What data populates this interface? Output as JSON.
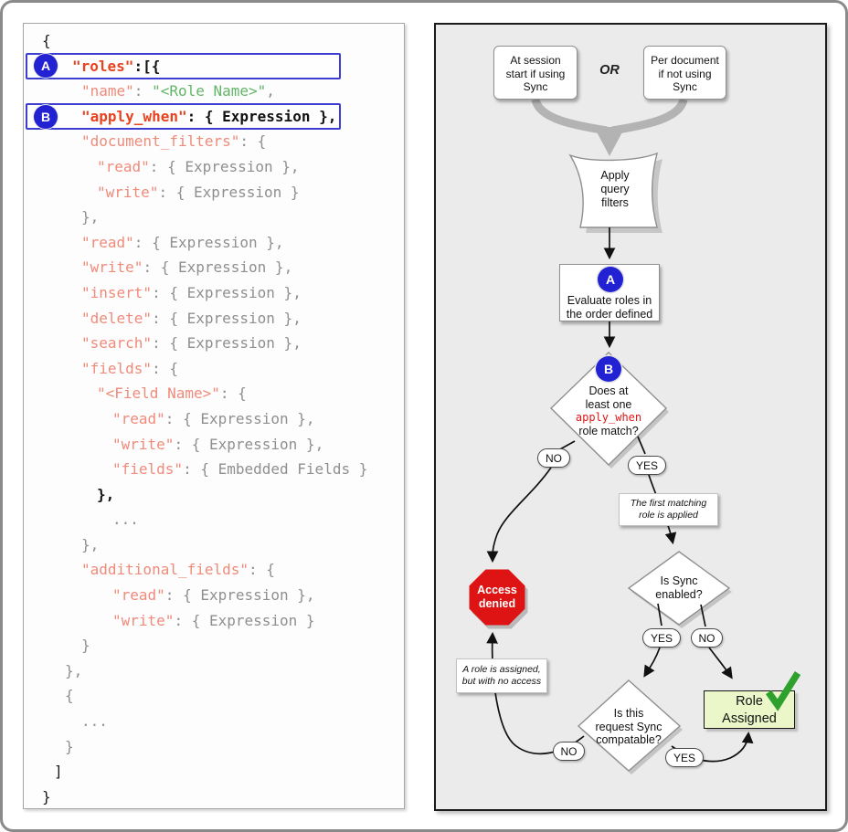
{
  "code": {
    "badge_a": "A",
    "badge_b": "B",
    "lines": [
      {
        "ind": 20,
        "seg": [
          [
            "{",
            "dark"
          ]
        ]
      },
      {
        "ind": 49,
        "box": "A",
        "seg": [
          [
            "\"roles\"",
            "bright"
          ],
          [
            ":[{",
            "darkbold"
          ]
        ]
      },
      {
        "ind": 63,
        "seg": [
          [
            "\"name\"",
            "key"
          ],
          [
            ": ",
            "plain"
          ],
          [
            "\"<Role Name>\"",
            "str"
          ],
          [
            ",",
            "plain"
          ]
        ]
      },
      {
        "ind": 59,
        "box": "B",
        "seg": [
          [
            "\"apply_when\"",
            "bright"
          ],
          [
            ": { Expression },",
            "darkbold"
          ]
        ]
      },
      {
        "ind": 63,
        "seg": [
          [
            "\"document_filters\"",
            "key"
          ],
          [
            ": {",
            "plain"
          ]
        ]
      },
      {
        "ind": 80,
        "seg": [
          [
            "\"read\"",
            "key"
          ],
          [
            ": { Expression },",
            "plain"
          ]
        ]
      },
      {
        "ind": 80,
        "seg": [
          [
            "\"write\"",
            "key"
          ],
          [
            ": { Expression }",
            "plain"
          ]
        ]
      },
      {
        "ind": 63,
        "seg": [
          [
            "},",
            "plain"
          ]
        ]
      },
      {
        "ind": 63,
        "seg": [
          [
            "\"read\"",
            "key"
          ],
          [
            ": { Expression },",
            "plain"
          ]
        ]
      },
      {
        "ind": 63,
        "seg": [
          [
            "\"write\"",
            "key"
          ],
          [
            ": { Expression },",
            "plain"
          ]
        ]
      },
      {
        "ind": 63,
        "seg": [
          [
            "\"insert\"",
            "key"
          ],
          [
            ": { Expression },",
            "plain"
          ]
        ]
      },
      {
        "ind": 63,
        "seg": [
          [
            "\"delete\"",
            "key"
          ],
          [
            ": { Expression },",
            "plain"
          ]
        ]
      },
      {
        "ind": 63,
        "seg": [
          [
            "\"search\"",
            "key"
          ],
          [
            ": { Expression },",
            "plain"
          ]
        ]
      },
      {
        "ind": 63,
        "seg": [
          [
            "\"fields\"",
            "key"
          ],
          [
            ": {",
            "plain"
          ]
        ]
      },
      {
        "ind": 80,
        "seg": [
          [
            "\"<Field Name>\"",
            "key"
          ],
          [
            ": {",
            "plain"
          ]
        ]
      },
      {
        "ind": 97,
        "seg": [
          [
            "\"read\"",
            "key"
          ],
          [
            ": { Expression },",
            "plain"
          ]
        ]
      },
      {
        "ind": 97,
        "seg": [
          [
            "\"write\"",
            "key"
          ],
          [
            ": { Expression },",
            "plain"
          ]
        ]
      },
      {
        "ind": 97,
        "seg": [
          [
            "\"fields\"",
            "key"
          ],
          [
            ": { Embedded Fields }",
            "plain"
          ]
        ]
      },
      {
        "ind": 80,
        "seg": [
          [
            "},",
            "darkbold"
          ]
        ]
      },
      {
        "ind": 97,
        "seg": [
          [
            "...",
            "plain"
          ]
        ]
      },
      {
        "ind": 63,
        "seg": [
          [
            "},",
            "plain"
          ]
        ]
      },
      {
        "ind": 63,
        "seg": [
          [
            "\"additional_fields\"",
            "key"
          ],
          [
            ": {",
            "plain"
          ]
        ]
      },
      {
        "ind": 97,
        "seg": [
          [
            "\"read\"",
            "key"
          ],
          [
            ": { Expression },",
            "plain"
          ]
        ]
      },
      {
        "ind": 97,
        "seg": [
          [
            "\"write\"",
            "key"
          ],
          [
            ": { Expression }",
            "plain"
          ]
        ]
      },
      {
        "ind": 63,
        "seg": [
          [
            "}",
            "plain"
          ]
        ]
      },
      {
        "ind": 45,
        "seg": [
          [
            "},",
            "plain"
          ]
        ]
      },
      {
        "ind": 45,
        "seg": [
          [
            "{",
            "plain"
          ]
        ]
      },
      {
        "ind": 63,
        "seg": [
          [
            "...",
            "plain"
          ]
        ]
      },
      {
        "ind": 45,
        "seg": [
          [
            "}",
            "plain"
          ]
        ]
      },
      {
        "ind": 33,
        "seg": [
          [
            "]",
            "dark"
          ]
        ]
      },
      {
        "ind": 20,
        "seg": [
          [
            "}",
            "dark"
          ]
        ]
      }
    ]
  },
  "flowchart": {
    "session_box": "At session\nstart if using\nSync",
    "or_label": "OR",
    "per_doc_box": "Per document\nif not using\nSync",
    "apply_filters": "Apply\nquery\nfilters",
    "badge_a": "A",
    "badge_b": "B",
    "evaluate_box": "Evaluate roles in\nthe order defined",
    "diamond_apply_when": {
      "pre": "Does at\nleast one",
      "code_word": "apply_when",
      "post": "role match?"
    },
    "note_first_matching": "The first matching\nrole is applied",
    "note_role_assigned_no_access": "A role is assigned,\nbut with no access",
    "access_denied": "Access\ndenied",
    "diamond_sync_enabled": "Is Sync\nenabled?",
    "diamond_sync_compatible": "Is this\nrequest Sync\ncompatable?",
    "role_assigned": "Role\nAssigned",
    "pills": {
      "no1": "NO",
      "yes1": "YES",
      "yes2": "YES",
      "no2": "NO",
      "no3": "NO",
      "yes3": "YES"
    }
  },
  "colors": {
    "badge_blue": "#2222d2",
    "highlight_border_blue": "#3d3dd2",
    "key_red": "#e8421f",
    "key_salmon": "#ef8b7b",
    "string_green": "#63b667",
    "code_word_red": "#e01616",
    "stop_sign_red": "#de1414",
    "role_box_green": "#ebf7c8",
    "check_green": "#2da02d",
    "panel_gray": "#ebebeb",
    "merge_arrow_gray": "#b3b3b3"
  }
}
